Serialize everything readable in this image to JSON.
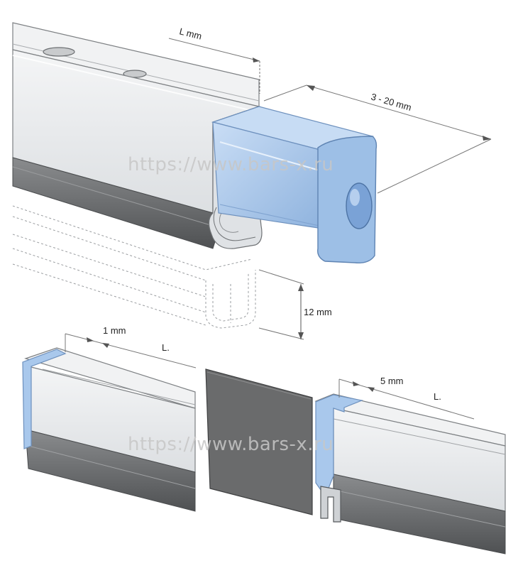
{
  "labels": {
    "top_length": "L mm",
    "extension": "3 - 20 mm",
    "height": "12 mm",
    "gap_1mm": "1 mm",
    "length_left": "L.",
    "gap_5mm": "5 mm",
    "length_right": "L."
  },
  "watermark": {
    "top": "https://www.bars-x.ru",
    "bottom": "https://www.bars-x.ru"
  },
  "colors": {
    "profile_face": "#e6e8ea",
    "profile_top": "#f2f3f4",
    "profile_dark": "#6e7072",
    "end_cap": "#a9c8ec",
    "end_cap_edge": "#6d90bd",
    "glass_panel": "#6b6c6d",
    "dimension_line": "#777777"
  }
}
